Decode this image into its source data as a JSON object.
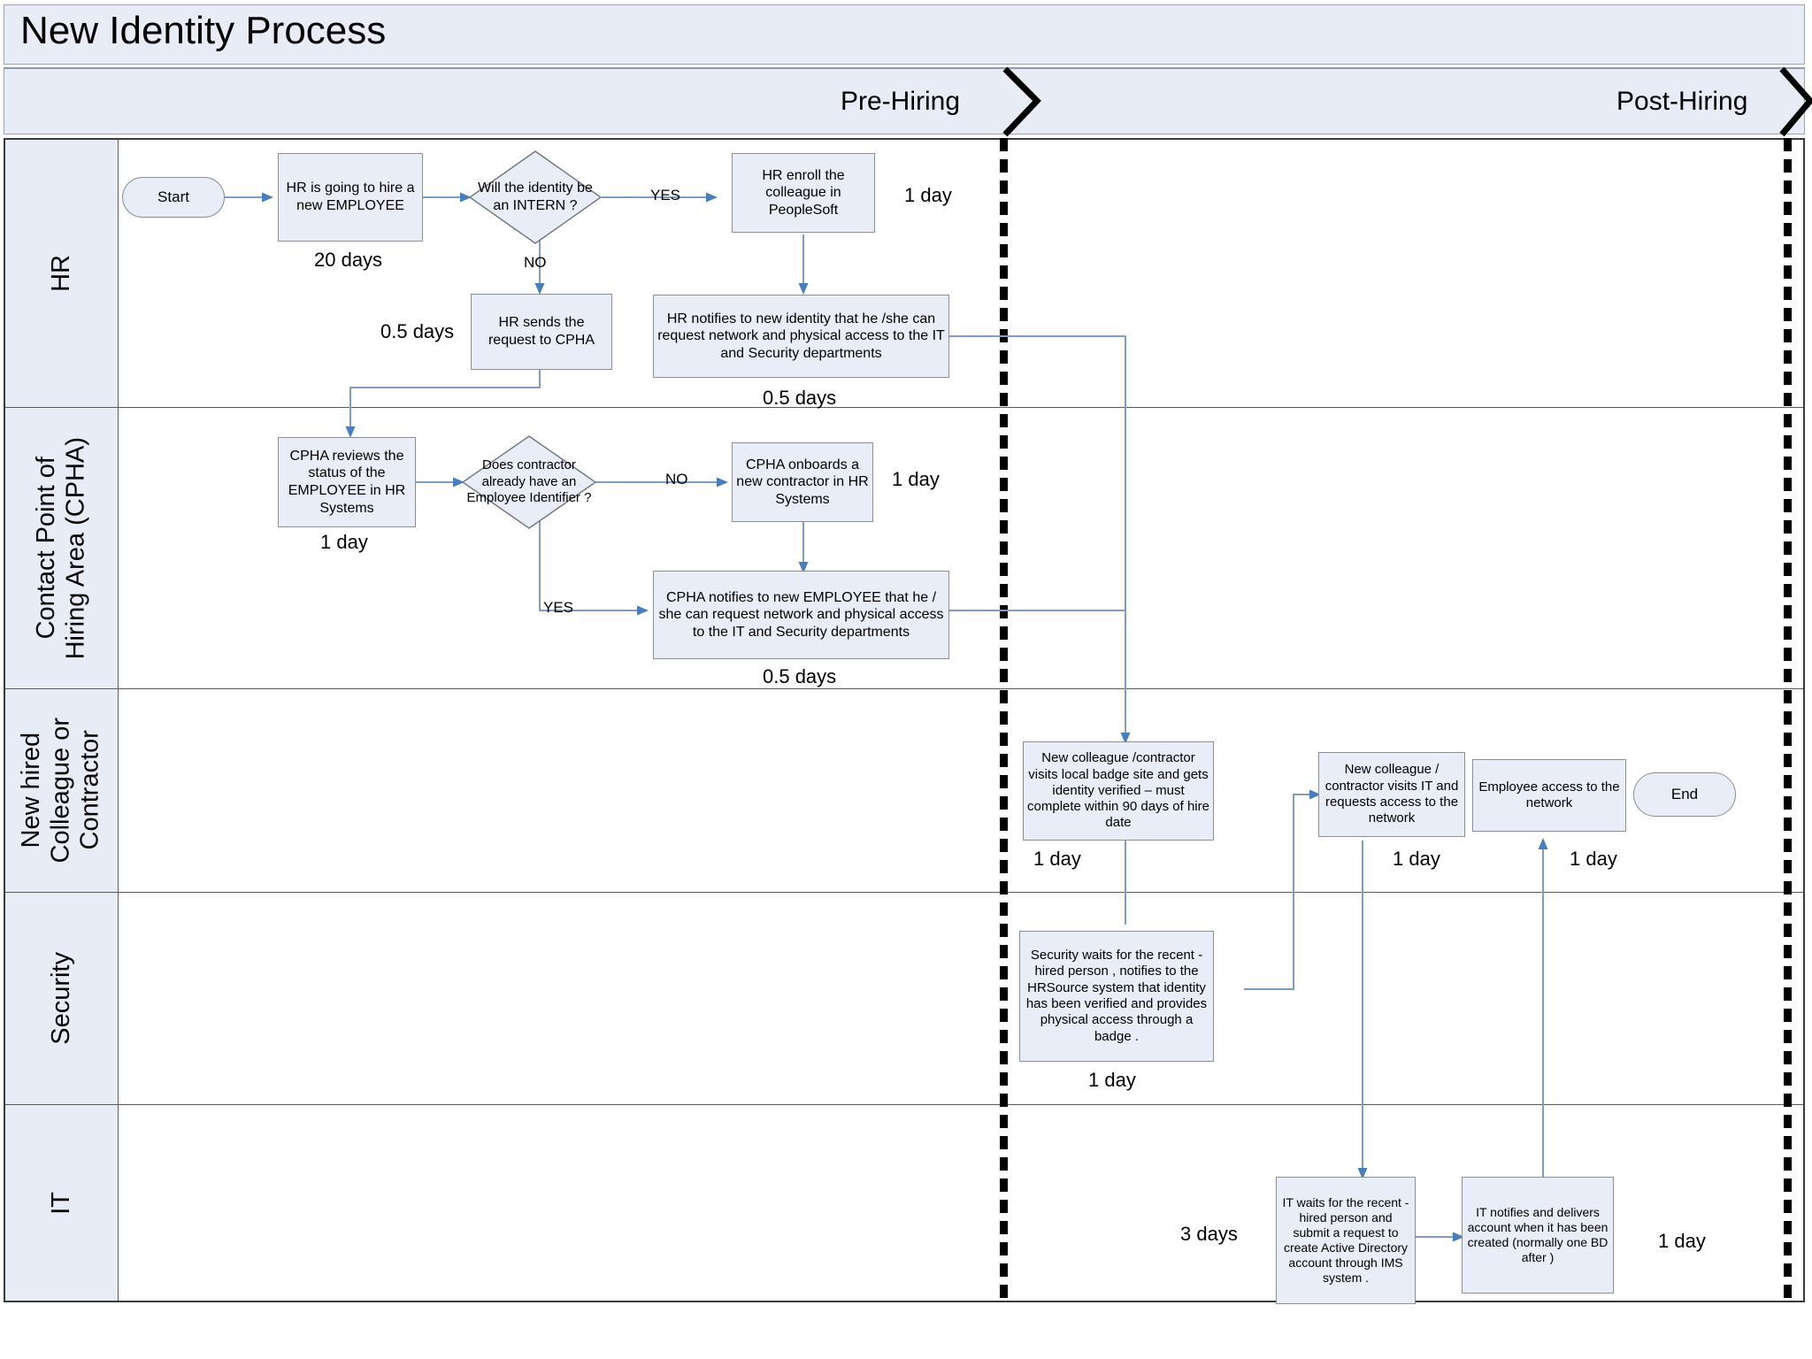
{
  "title": "New Identity Process",
  "phases": [
    {
      "id": "pre-hiring",
      "label": "Pre-Hiring"
    },
    {
      "id": "post-hiring",
      "label": "Post-Hiring"
    }
  ],
  "lanes": [
    {
      "id": "hr",
      "label": "HR"
    },
    {
      "id": "cpha",
      "label": "Contact Point of\nHiring Area (CPHA)"
    },
    {
      "id": "new-hire",
      "label": "New hired\nColleague or\nContractor"
    },
    {
      "id": "security",
      "label": "Security"
    },
    {
      "id": "it",
      "label": "IT"
    }
  ],
  "nodes": {
    "start": {
      "label": "Start",
      "shape": "terminator"
    },
    "hr_hire": {
      "label": "HR is going to  hire a new EMPLOYEE",
      "shape": "process",
      "duration": "20 days"
    },
    "hr_intern_decision": {
      "label": "Will the identity be an INTERN ?",
      "shape": "decision"
    },
    "hr_enroll": {
      "label": "HR enroll the colleague in PeopleSoft",
      "shape": "process",
      "duration": "1 day"
    },
    "hr_sends": {
      "label": "HR sends the request to CPHA",
      "shape": "process",
      "duration": "0.5 days"
    },
    "hr_notifies": {
      "label": "HR notifies to new identity that he   /she can request network and physical access to the IT and Security departments",
      "shape": "process",
      "duration": "0.5 days"
    },
    "cpha_reviews": {
      "label": "CPHA reviews the status of the EMPLOYEE in HR Systems",
      "shape": "process",
      "duration": "1 day"
    },
    "cpha_decision": {
      "label": "Does contractor already have an Employee Identifier ?",
      "shape": "decision"
    },
    "cpha_onboards": {
      "label": "CPHA onboards a new contractor in HR Systems",
      "shape": "process",
      "duration": "1 day"
    },
    "cpha_notifies": {
      "label": "CPHA notifies to new EMPLOYEE that he    / she can request network and physical access to the IT and Security departments",
      "shape": "process",
      "duration": "0.5 days"
    },
    "badge_visit": {
      "label": "New colleague /contractor visits local badge site and gets identity verified  – must complete within  90 days of hire date",
      "shape": "process",
      "duration": "1 day"
    },
    "it_visit": {
      "label": "New colleague / contractor visits IT and requests access to the network",
      "shape": "process",
      "duration": "1 day"
    },
    "employee_access": {
      "label": "Employee access to the network",
      "shape": "process",
      "duration": "1 day"
    },
    "end": {
      "label": "End",
      "shape": "terminator"
    },
    "security_waits": {
      "label": "Security waits for the recent  -hired person , notifies to the HRSource system that identity has been verified and provides physical access through a badge  .",
      "shape": "process",
      "duration": "1 day"
    },
    "it_waits": {
      "label": "IT waits for the recent  -hired person and submit a request to create Active Directory account through IMS system  .",
      "shape": "process",
      "duration": "3 days"
    },
    "it_notifies": {
      "label": "IT notifies and delivers account when it has been created (normally one BD after )",
      "shape": "process",
      "duration": "1 day"
    }
  },
  "edge_labels": {
    "hr_yes": "YES",
    "hr_no": "NO",
    "cpha_no": "NO",
    "cpha_yes": "YES"
  },
  "colors": {
    "node_fill": "#e9edf7",
    "node_stroke": "#8a8f99",
    "lane_header_fill": "#e8ecf7",
    "connector": "#7f9cc4",
    "arrow": "#4a7ebb",
    "phase_divider": "#000000"
  }
}
